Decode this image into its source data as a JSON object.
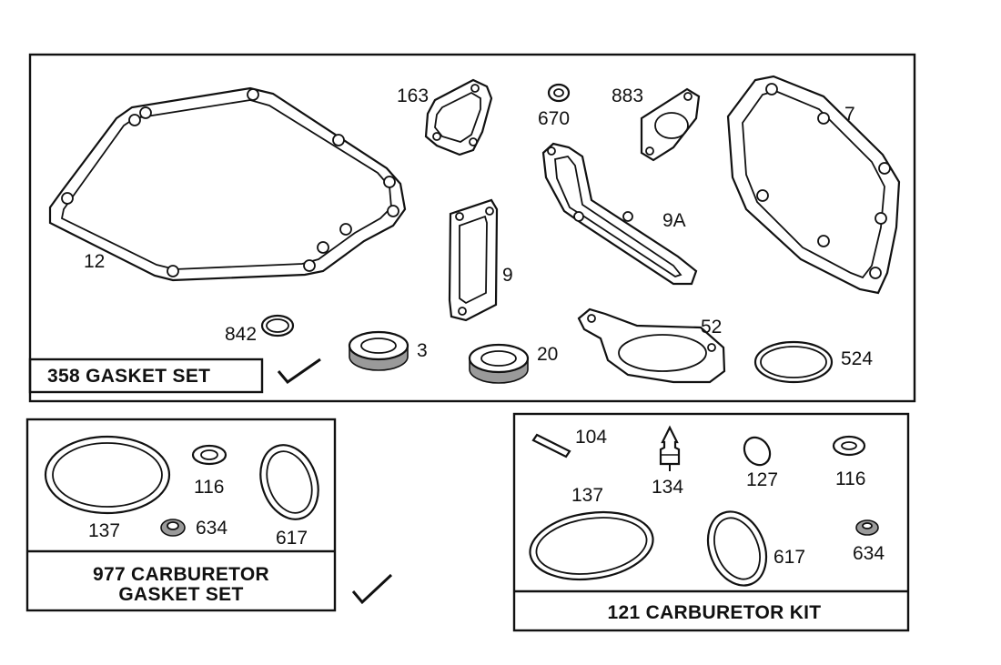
{
  "kits": {
    "gasket_set": {
      "title": "358 GASKET SET"
    },
    "carb_gasket_set": {
      "title_line1": "977 CARBURETOR",
      "title_line2": "GASKET SET"
    },
    "carb_kit": {
      "title": "121 CARBURETOR KIT"
    }
  },
  "parts": {
    "p12": "12",
    "p163": "163",
    "p670": "670",
    "p883": "883",
    "p7": "7",
    "p9": "9",
    "p9a": "9A",
    "p842": "842",
    "p3": "3",
    "p20": "20",
    "p52": "52",
    "p524": "524",
    "c137": "137",
    "c116": "116",
    "c634": "634",
    "c617": "617",
    "k104": "104",
    "k134": "134",
    "k127": "127",
    "k116": "116",
    "k137": "137",
    "k617": "617",
    "k634": "634"
  },
  "marks": {
    "checkmark": "checkmark-icon"
  }
}
